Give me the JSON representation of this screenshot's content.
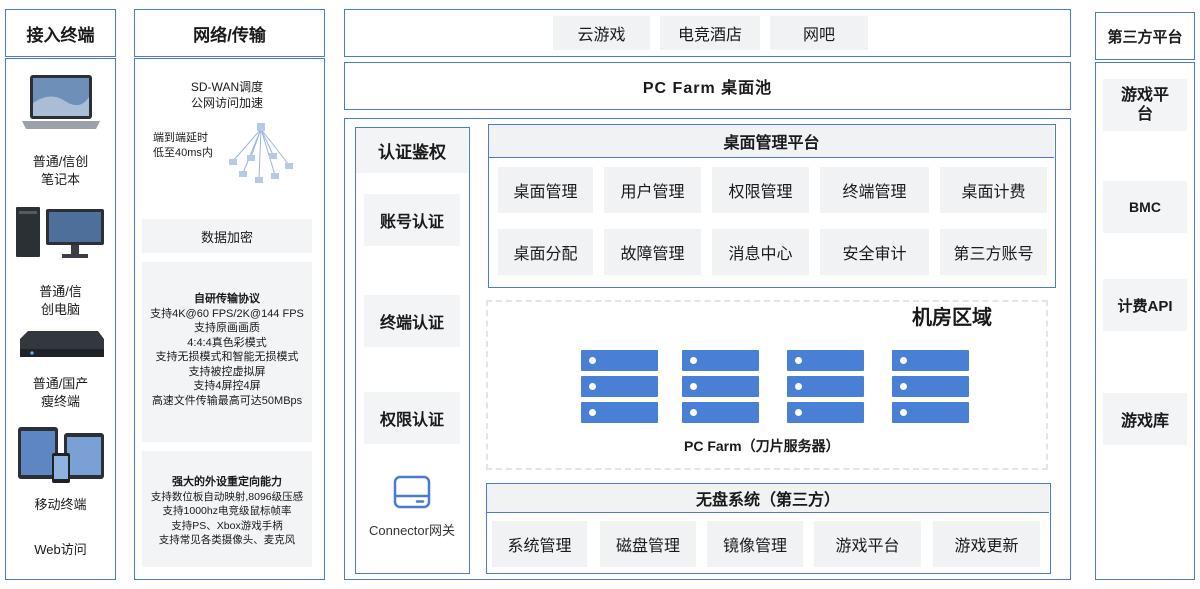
{
  "access": {
    "title": "接入终端",
    "devices": [
      {
        "label": "普通/信创\n笔记本",
        "icon": "laptop-icon"
      },
      {
        "label": "普通/信\n创电脑",
        "icon": "desktop-pc-icon"
      },
      {
        "label": "普通/国产\n瘦终端",
        "icon": "thin-client-icon"
      },
      {
        "label": "移动终端",
        "icon": "mobile-devices-icon"
      },
      {
        "label": "Web访问",
        "icon": ""
      }
    ]
  },
  "network": {
    "title": "网络/传输",
    "sdwan": "SD-WAN调度\n公网访问加速",
    "latency": "端到端延时\n低至40ms内",
    "encryption": "数据加密",
    "protocol_title": "自研传输协议",
    "protocol_lines": [
      "支持4K@60 FPS/2K@144 FPS",
      "支持原画画质",
      "4:4:4真色彩模式",
      "支持无损模式和智能无损模式",
      "支持被控虚拟屏",
      "支持4屏控4屏",
      "高速文件传输最高可达50MBps"
    ],
    "redirect_title": "强大的外设重定向能力",
    "redirect_lines": [
      "支持数位板自动映射,8096级压感",
      "支持1000hz电竞级鼠标帧率",
      "支持PS、Xbox游戏手柄",
      "支持常见各类摄像头、麦克风"
    ]
  },
  "scenarios": [
    "云游戏",
    "电竞酒店",
    "网吧"
  ],
  "pool": "PC Farm 桌面池",
  "auth": {
    "title": "认证鉴权",
    "items": [
      "账号认证",
      "终端认证",
      "权限认证"
    ],
    "connector": "Connector网关"
  },
  "desktop_mgmt": {
    "title": "桌面管理平台",
    "row1": [
      "桌面管理",
      "用户管理",
      "权限管理",
      "终端管理",
      "桌面计费"
    ],
    "row2": [
      "桌面分配",
      "故障管理",
      "消息中心",
      "安全审计",
      "第三方账号"
    ]
  },
  "datacenter": {
    "title": "机房区域",
    "caption": "PC Farm（刀片服务器）"
  },
  "diskless": {
    "title": "无盘系统（第三方）",
    "items": [
      "系统管理",
      "磁盘管理",
      "镜像管理",
      "游戏平台",
      "游戏更新"
    ]
  },
  "third_party": {
    "title": "第三方平台",
    "items": [
      "游戏平台",
      "BMC",
      "计费API",
      "游戏库"
    ]
  },
  "colors": {
    "accent": "#4a7bd0",
    "server": "#4a7fd6",
    "panel": "#f1f2f4"
  }
}
